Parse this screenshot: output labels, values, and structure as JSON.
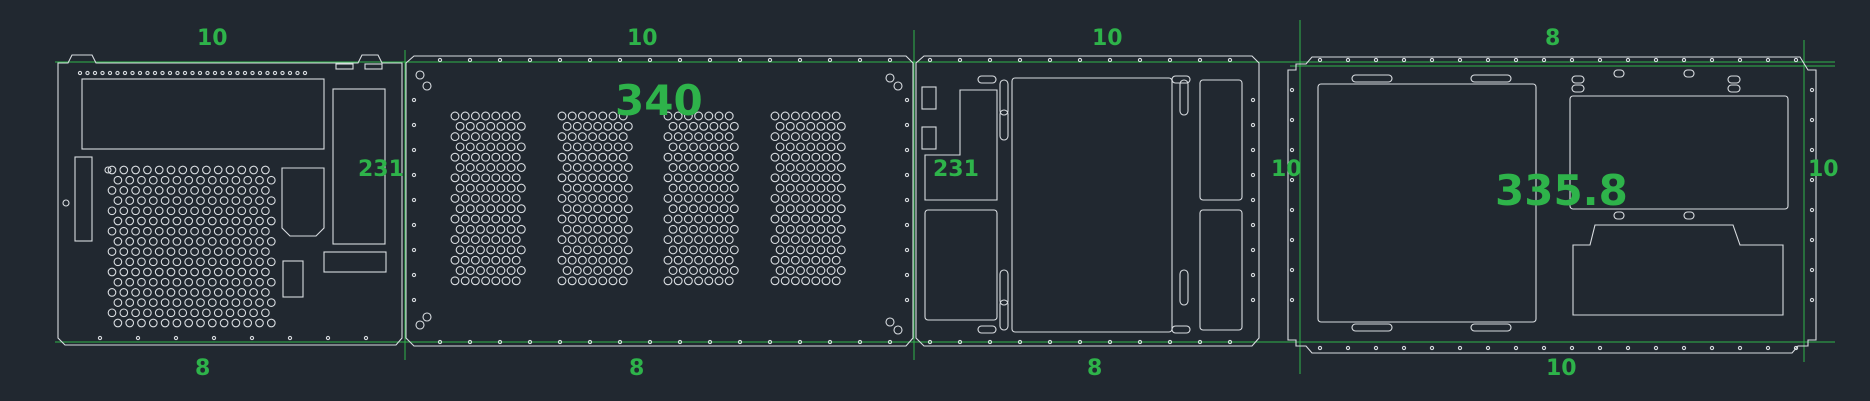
{
  "colors": {
    "background": "#212830",
    "outline": "#d8dce0",
    "dimension": "#2eb34a"
  },
  "labels": {
    "p1_top": "10",
    "p1_bottom": "8",
    "p1_right": "231",
    "p2_top": "10",
    "p2_bottom": "8",
    "p2_center": "340",
    "p3_top": "10",
    "p3_bottom": "8",
    "p3_left": "231",
    "p3_right": "10",
    "p4_top": "8",
    "p4_bottom": "10",
    "p4_center": "335.8",
    "p4_right": "10"
  }
}
